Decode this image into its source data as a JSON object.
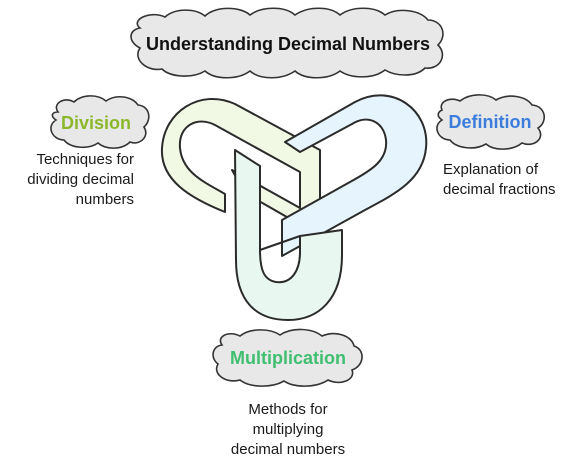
{
  "title": "Understanding Decimal Numbers",
  "colors": {
    "division": "#8bb82a",
    "definition": "#3b7ddd",
    "multiplication": "#3fbf6f",
    "loop_green": "#f1f8e4",
    "loop_blue": "#e6f4fd",
    "loop_teal": "#e8f7ef",
    "cloud_fill": "#e8e8e8",
    "stroke": "#2b2b2b"
  },
  "nodes": {
    "division": {
      "label": "Division",
      "description": [
        "Techniques for",
        "dividing decimal",
        "numbers"
      ]
    },
    "definition": {
      "label": "Definition",
      "description": [
        "Explanation of",
        "decimal fractions"
      ]
    },
    "multiplication": {
      "label": "Multiplication",
      "description": [
        "Methods for",
        "multiplying",
        "decimal numbers"
      ]
    }
  }
}
